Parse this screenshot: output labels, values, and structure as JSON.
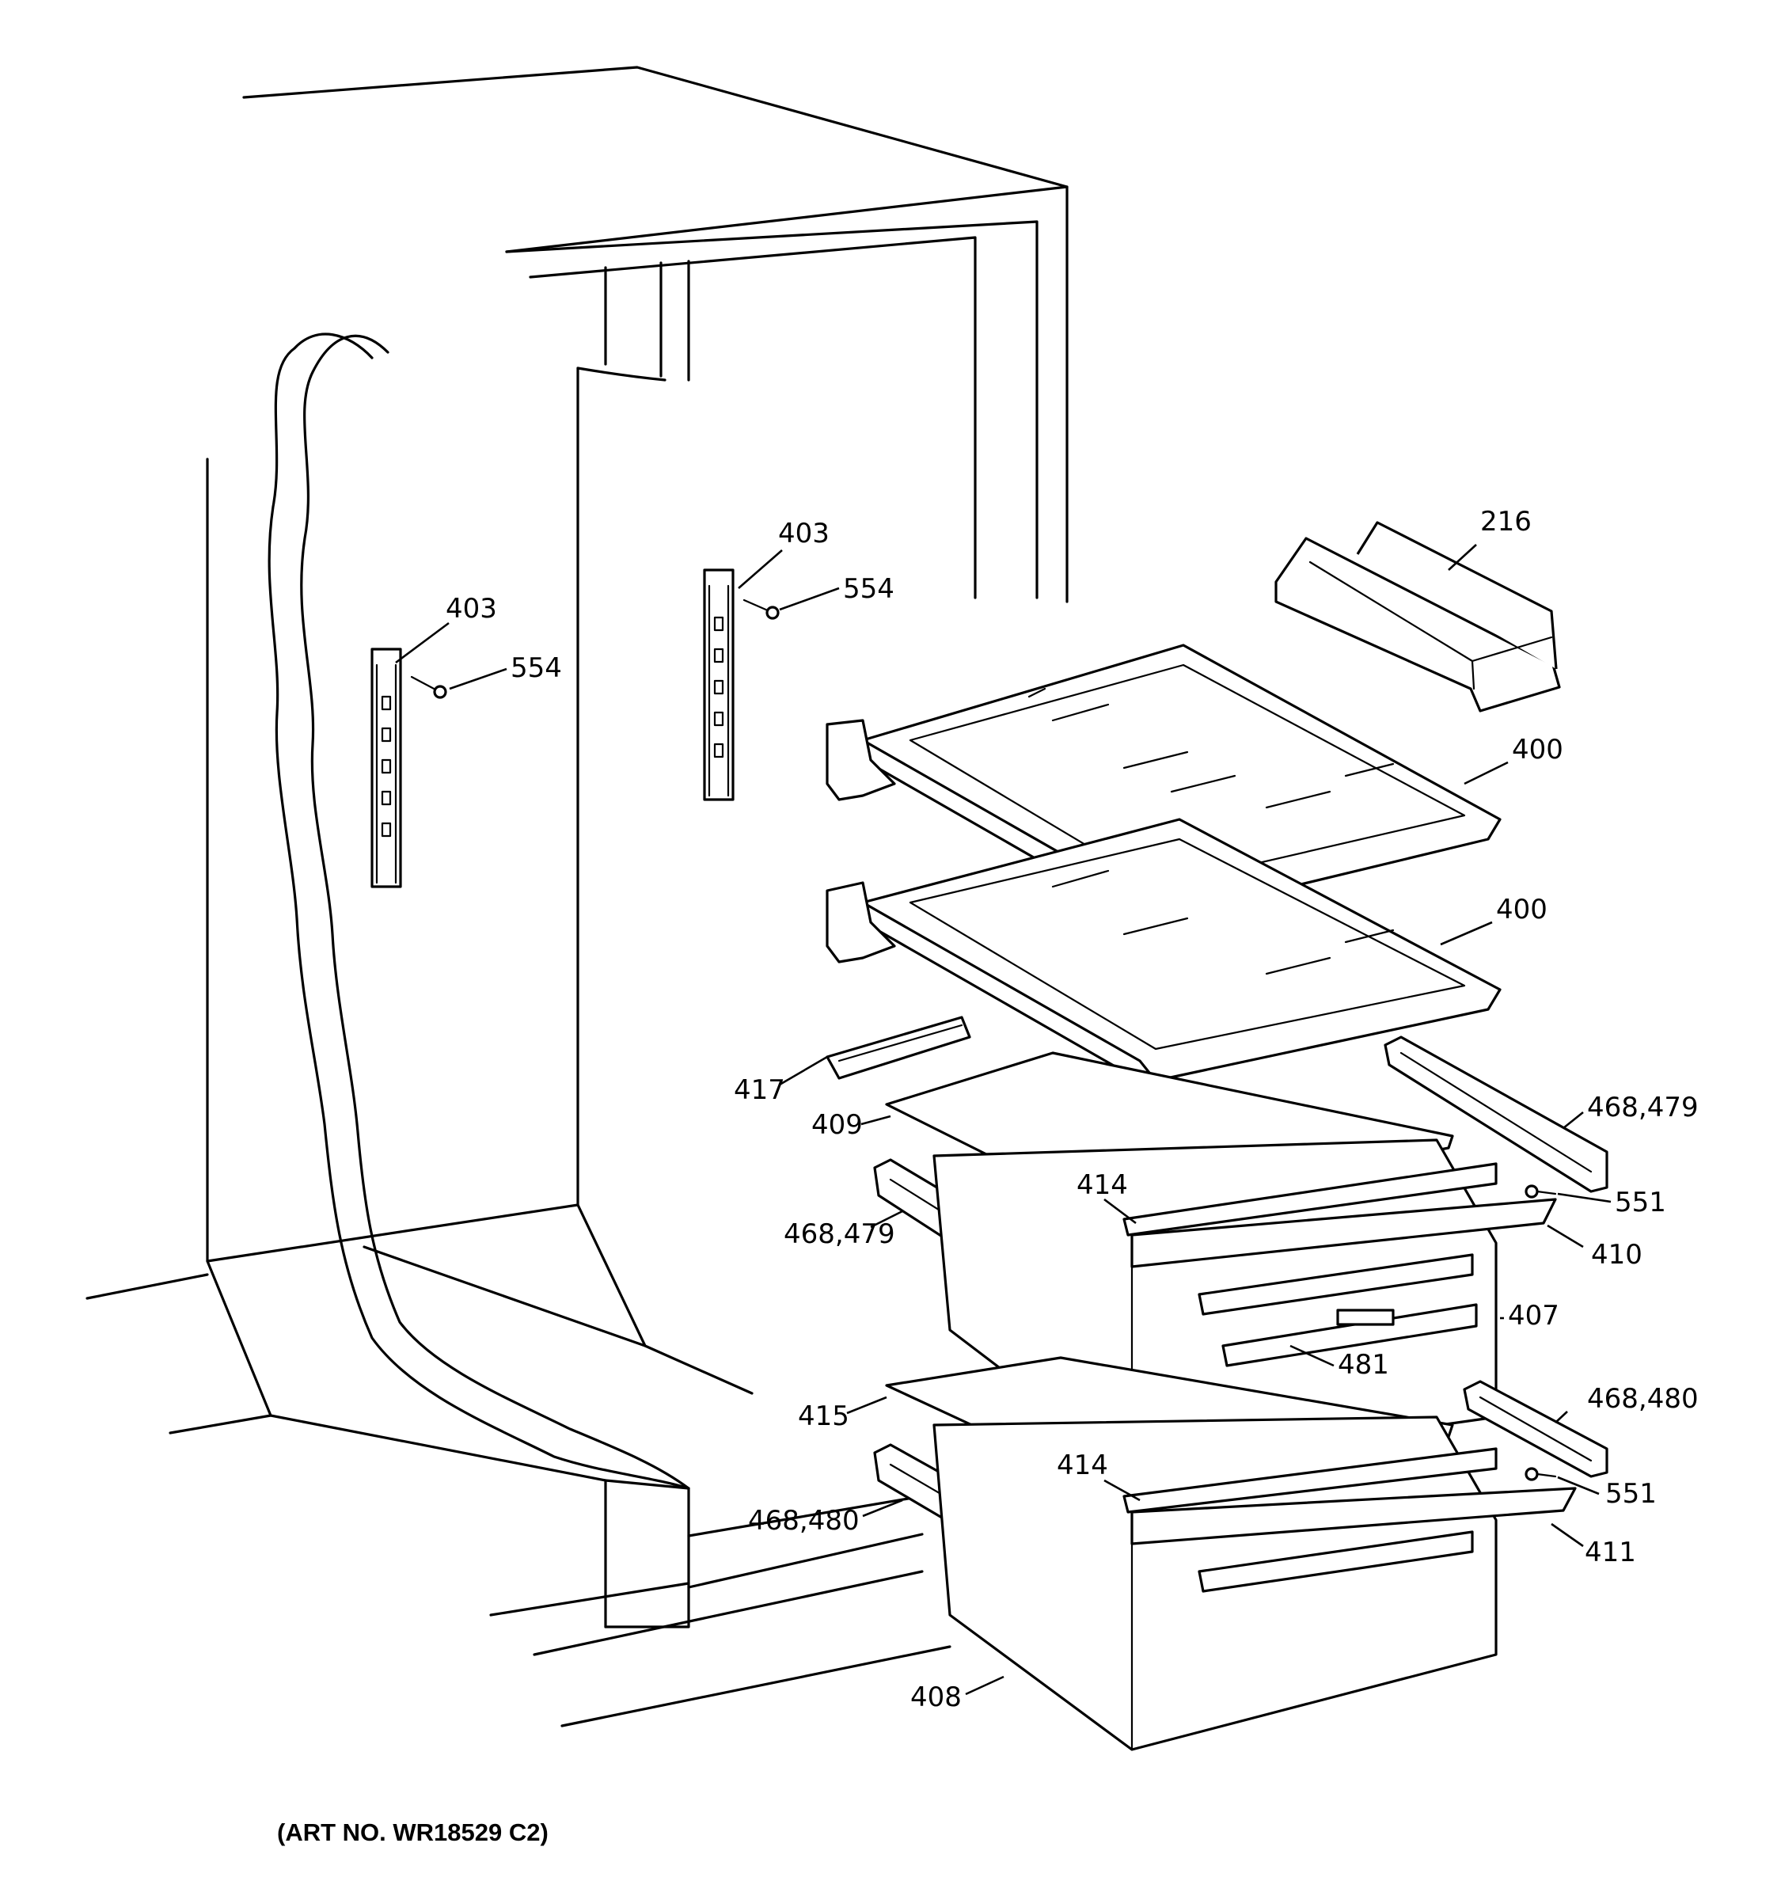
{
  "art_number": "(ART NO. WR18529 C2)",
  "callouts": {
    "c216": "216",
    "c400a": "400",
    "c400b": "400",
    "c403a": "403",
    "c403b": "403",
    "c554a": "554",
    "c554b": "554",
    "c417": "417",
    "c409": "409",
    "c468_479a": "468,479",
    "c468_479b": "468,479",
    "c414a": "414",
    "c414b": "414",
    "c551a": "551",
    "c551b": "551",
    "c410": "410",
    "c407": "407",
    "c481": "481",
    "c415": "415",
    "c468_480a": "468,480",
    "c468_480b": "468,480",
    "c411": "411",
    "c408": "408"
  }
}
